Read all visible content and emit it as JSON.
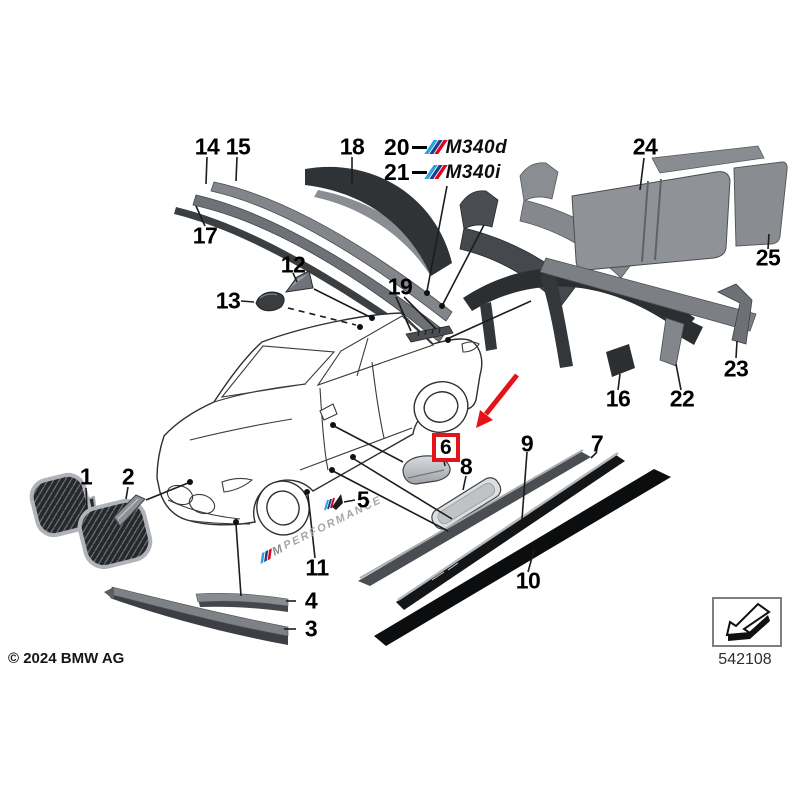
{
  "page": {
    "copyright": "© 2024 BMW AG",
    "doc_number": "542108"
  },
  "highlight": {
    "boxed_callout": "6",
    "color": "#e41318"
  },
  "callouts": [
    {
      "id": 1,
      "label": "1"
    },
    {
      "id": 2,
      "label": "2"
    },
    {
      "id": 3,
      "label": "3"
    },
    {
      "id": 4,
      "label": "4"
    },
    {
      "id": 5,
      "label": "5"
    },
    {
      "id": 6,
      "label": "6"
    },
    {
      "id": 7,
      "label": "7"
    },
    {
      "id": 8,
      "label": "8"
    },
    {
      "id": 9,
      "label": "9"
    },
    {
      "id": 10,
      "label": "10"
    },
    {
      "id": 11,
      "label": "11"
    },
    {
      "id": 12,
      "label": "12"
    },
    {
      "id": 13,
      "label": "13"
    },
    {
      "id": 14,
      "label": "14"
    },
    {
      "id": 15,
      "label": "15"
    },
    {
      "id": 16,
      "label": "16"
    },
    {
      "id": 17,
      "label": "17"
    },
    {
      "id": 18,
      "label": "18"
    },
    {
      "id": 19,
      "label": "19"
    },
    {
      "id": 20,
      "label": "20"
    },
    {
      "id": 21,
      "label": "21"
    },
    {
      "id": 22,
      "label": "22"
    },
    {
      "id": 23,
      "label": "23"
    },
    {
      "id": 24,
      "label": "24"
    },
    {
      "id": 25,
      "label": "25"
    }
  ],
  "badges": [
    {
      "callout": "20",
      "text": "M340d"
    },
    {
      "callout": "21",
      "text": "M340i"
    }
  ],
  "decal": {
    "m_letter": "M",
    "text": "PERFORMANCE"
  },
  "m_colors": {
    "light_blue": "#2aa3dd",
    "dark_blue": "#1d3d8f",
    "red": "#e2001a"
  }
}
